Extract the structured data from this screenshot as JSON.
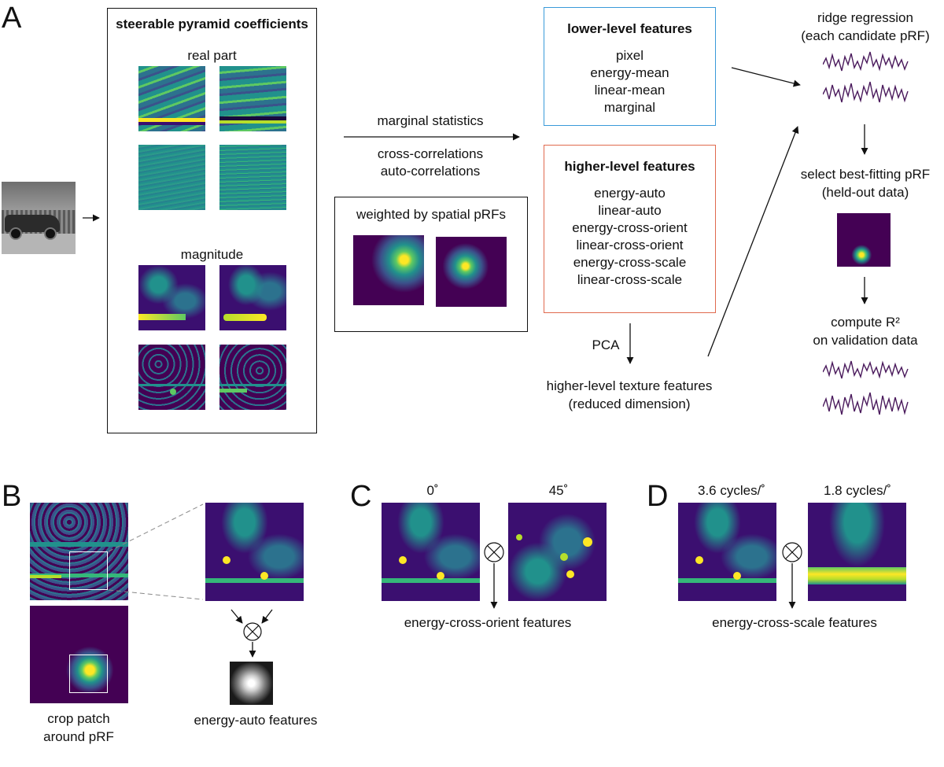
{
  "panels": {
    "a": "A",
    "b": "B",
    "c": "C",
    "d": "D"
  },
  "panel_a": {
    "pyramid_title": "steerable pyramid coefficients",
    "real_part": "real part",
    "magnitude": "magnitude",
    "marginal_statistics": "marginal statistics",
    "cross_correlations": "cross-correlations",
    "auto_correlations": "auto-correlations",
    "weighted_title": "weighted by spatial pRFs",
    "lower_title": "lower-level features",
    "lower_items": [
      "pixel",
      "energy-mean",
      "linear-mean",
      "marginal"
    ],
    "higher_title": "higher-level features",
    "higher_items": [
      "energy-auto",
      "linear-auto",
      "energy-cross-orient",
      "linear-cross-orient",
      "energy-cross-scale",
      "linear-cross-scale"
    ],
    "pca": "PCA",
    "texture_line1": "higher-level texture features",
    "texture_line2": "(reduced dimension)",
    "ridge_line1": "ridge regression",
    "ridge_line2": "(each candidate pRF)",
    "select_line1": "select best-fitting pRF",
    "select_line2": "(held-out data)",
    "compute_line1": "compute R²",
    "compute_line2": "on validation data"
  },
  "panel_b": {
    "crop_line1": "crop patch",
    "crop_line2": "around pRF",
    "energy_auto": "energy-auto features"
  },
  "panel_c": {
    "angle_0": "0˚",
    "angle_45": "45˚",
    "result": "energy-cross-orient features"
  },
  "panel_d": {
    "freq_1": "3.6 cycles/˚",
    "freq_2": "1.8 cycles/˚",
    "result": "energy-cross-scale features"
  },
  "colors": {
    "lower_box": "#3a9ad9",
    "higher_box": "#e06a4e",
    "viridis_dark": "#440154",
    "viridis_teal": "#21918c",
    "viridis_yellow": "#fde725",
    "trace": "#4a1a5c"
  },
  "icons": {
    "operator": "circled-times-icon",
    "arrow": "arrow-icon"
  }
}
